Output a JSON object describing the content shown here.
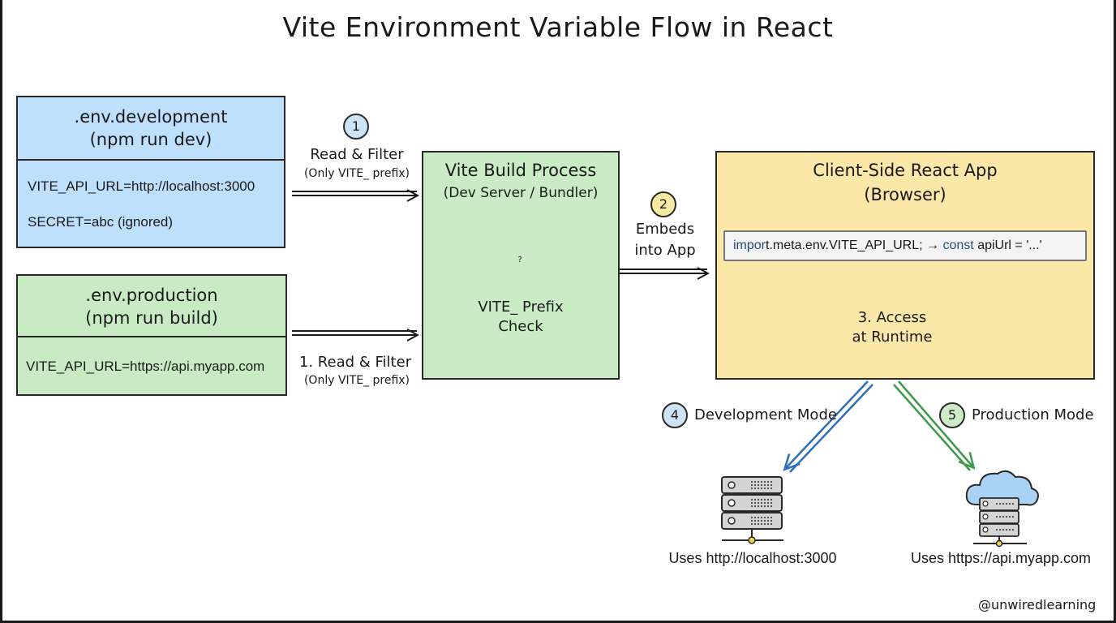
{
  "title": "Vite Environment Variable Flow in React",
  "dev_env": {
    "name": ".env.development",
    "command": "(npm run dev)",
    "var_api": "VITE_API_URL=http://localhost:3000",
    "var_secret": "SECRET=abc (ignored)"
  },
  "prod_env": {
    "name": ".env.production",
    "command": "(npm run build)",
    "var_api": "VITE_API_URL=https://api.myapp.com"
  },
  "step1_top": {
    "badge": "1",
    "label": "Read & Filter",
    "sublabel": "(Only VITE_ prefix)"
  },
  "step1_bottom": {
    "label": "1. Read & Filter",
    "sublabel": "(Only VITE_ prefix)"
  },
  "build": {
    "title": "Vite Build Process",
    "subtitle": "(Dev Server / Bundler)",
    "gate_badge": "?",
    "check_line1": "VITE_ Prefix",
    "check_line2": "Check"
  },
  "step2": {
    "badge": "2",
    "line1": "Embeds",
    "line2": "into App"
  },
  "client": {
    "title": "Client-Side React App",
    "subtitle": "(Browser)",
    "code_kw1": "impor",
    "code_part1": "t.meta.env.VITE_API_URL;",
    "code_kw2": "const",
    "code_part2": "apiUrl = '...'",
    "thought_line1": "3. Access",
    "thought_line2": "at Runtime"
  },
  "step4": {
    "badge": "4",
    "label": "Development Mode",
    "caption": "Uses http://localhost:3000"
  },
  "step5": {
    "badge": "5",
    "label": "Production Mode",
    "caption": "Uses https://api.myapp.com"
  },
  "credit": "@unwiredlearning",
  "colors": {
    "dev_fill": "#bfe0fc",
    "prod_fill": "#c8ebc3",
    "build_fill": "#c9ecc4",
    "client_fill": "#fbe7a8",
    "badge1_fill": "#cfe3f7",
    "badge2_fill": "#f6e9a2",
    "badge4_fill": "#cfe3f7",
    "badge5_fill": "#cdebc6",
    "dev_arrow": "#2e6fb5",
    "prod_arrow": "#3d9a4a"
  },
  "icons": [
    "gate-icon",
    "server-icon",
    "cloud-server-icon",
    "thought-cloud-icon"
  ]
}
